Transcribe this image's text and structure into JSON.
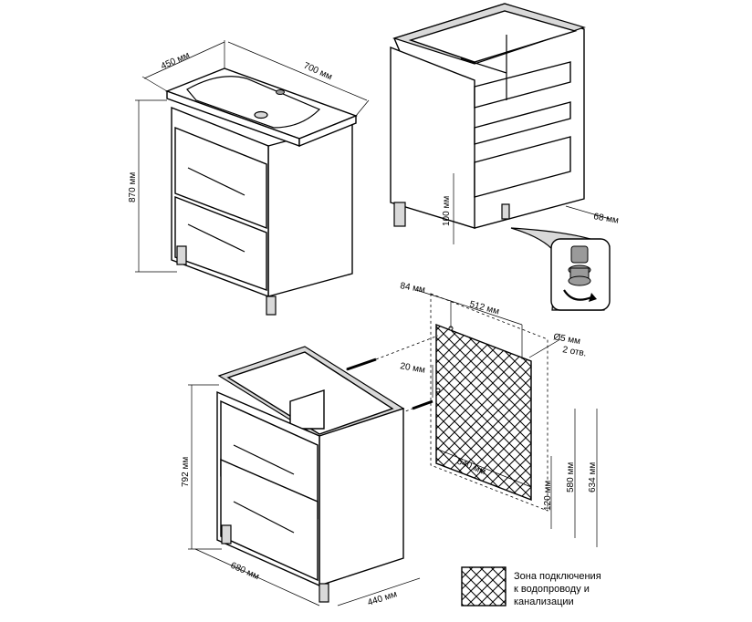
{
  "dimensions": {
    "top_vanity_width": "450 мм",
    "top_vanity_length": "700 мм",
    "top_vanity_height": "870 мм",
    "frame_leg_height": "100 мм",
    "frame_leg_offset": "68 мм",
    "mount_offset_84": "84 мм",
    "mount_span_512": "512 мм",
    "hole_diameter": "Ø5 мм",
    "hole_count": "2 отв.",
    "mount_offset_20": "20 мм",
    "zone_width": "640 мм",
    "zone_bottom_gap": "120 мм",
    "zone_height": "580 мм",
    "mount_total_height": "634 мм",
    "bottom_vanity_height": "792 мм",
    "bottom_vanity_width": "680 мм",
    "bottom_vanity_depth": "440 мм"
  },
  "legend": {
    "line1": "Зона подключения",
    "line2": "к водопроводу и",
    "line3": "канализации"
  },
  "colors": {
    "stroke": "#000000",
    "fill": "#ffffff",
    "shade": "#d9d9d9",
    "dark_shade": "#9a9a9a"
  },
  "icons": {
    "leg_adjust": "rotate-arrow-icon"
  }
}
